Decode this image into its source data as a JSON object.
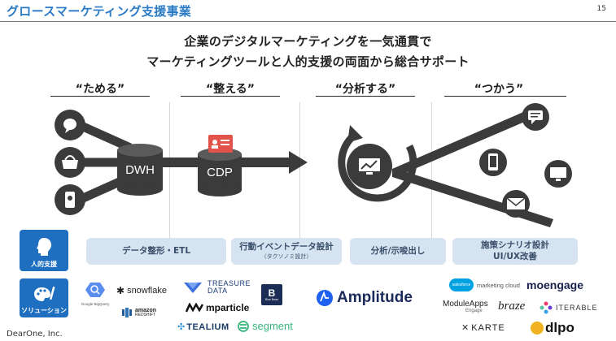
{
  "header": {
    "title": "グロースマーケティング支援事業",
    "page_number": "15"
  },
  "headline": {
    "line1": "企業のデジタルマーケティングを一気通貫で",
    "line2": "マーケティングツールと人的支援の両面から総合サポート"
  },
  "stages": [
    {
      "label": "“ためる”"
    },
    {
      "label": "“整える”"
    },
    {
      "label": "“分析する”"
    },
    {
      "label": "“つかう”"
    }
  ],
  "diagram": {
    "dwh_label": "DWH",
    "cdp_label": "CDP"
  },
  "support": {
    "human_label": "人的支援",
    "solution_label": "ソリューション",
    "pills": [
      {
        "label": "データ整形・ETL",
        "sub": ""
      },
      {
        "label": "行動イベントデータ設計",
        "sub": "（タクソノミ設計）"
      },
      {
        "label": "分析/示唆出し",
        "sub": ""
      },
      {
        "label": "施策シナリオ設計",
        "sub": "UI/UX改善"
      }
    ]
  },
  "logos": {
    "google_bigquery": "Google BigQuery",
    "snowflake": "snowflake",
    "amazon": "amazon",
    "redshift": "REDSHIFT",
    "treasure1": "TREASURE",
    "treasure2": "DATA",
    "blue_bean": "Blue Bean",
    "mparticle": "mparticle",
    "tealium": "TEALIUM",
    "segment": "segment",
    "amplitude": "Amplitude",
    "salesforce": "salesforce",
    "mc": "marketing cloud",
    "moengage": "moengage",
    "moduleapps": "ModuleApps",
    "engage": "Engage",
    "braze": "braze",
    "iterable": "ITERABLE",
    "karte": "KARTE",
    "dlpo": "dlpo"
  },
  "footer": {
    "company": "DearOne, Inc."
  },
  "colors": {
    "accent": "#2a7ac6",
    "dark": "#3b3b3b",
    "pill": "#d6e3f1",
    "side": "#1f6fc1"
  }
}
